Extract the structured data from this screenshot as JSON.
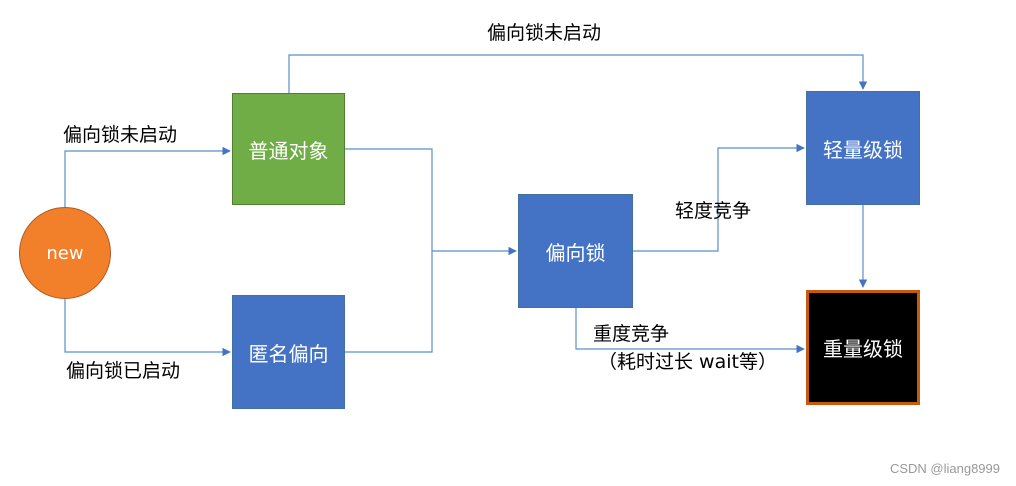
{
  "nodes": {
    "new": "new",
    "normal_object": "普通对象",
    "anonymous_biased": "匿名偏向",
    "biased_lock": "偏向锁",
    "lightweight_lock": "轻量级锁",
    "heavyweight_lock": "重量级锁"
  },
  "edges": {
    "top_label": "偏向锁未启动",
    "new_to_normal": "偏向锁未启动",
    "new_to_anonymous": "偏向锁已启动",
    "light_contention": "轻度竞争",
    "heavy_contention": "重度竞争",
    "heavy_contention_detail": "（耗时过长 wait等）"
  },
  "watermark": "CSDN @liang8999",
  "colors": {
    "green_box": "#70ad47",
    "blue_box": "#4472c4",
    "orange_circle": "#f27f29",
    "black_box": "#000000",
    "black_box_border": "#c55a11",
    "connector": "#5b8fc9"
  }
}
